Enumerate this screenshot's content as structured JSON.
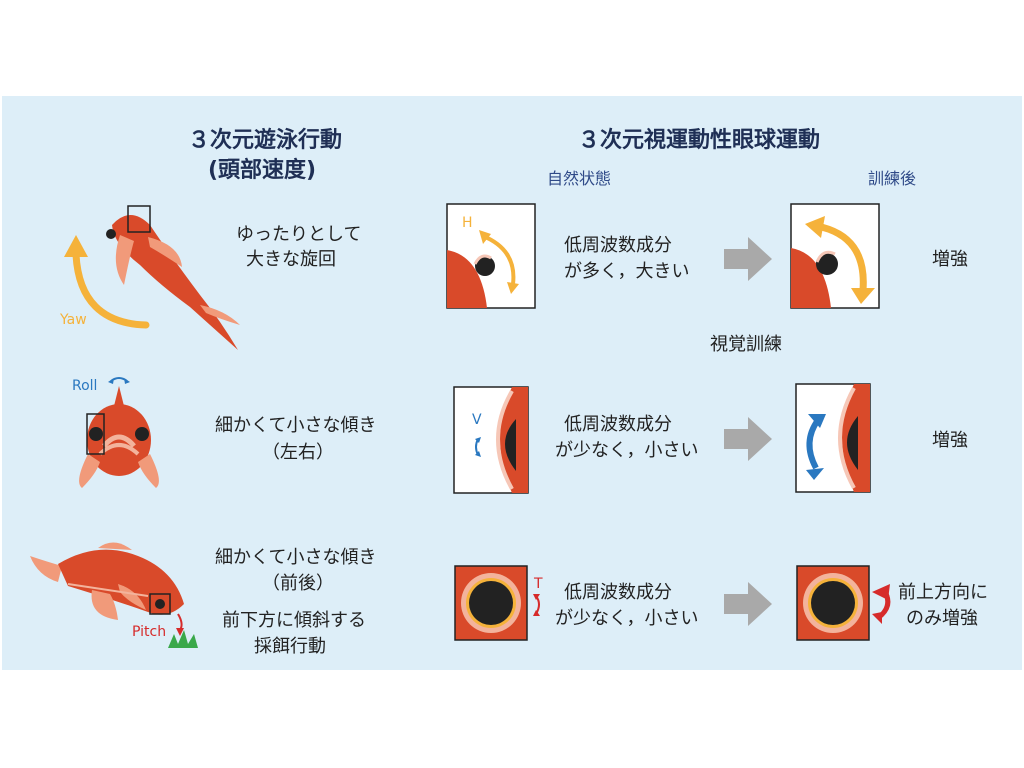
{
  "headers": {
    "left_line1": "３次元遊泳行動",
    "left_line2": "(頭部速度)",
    "right": "３次元視運動性眼球運動",
    "natural": "自然状態",
    "trained": "訓練後"
  },
  "training_label": "視覚訓練",
  "rows": [
    {
      "axis_label": "Yaw",
      "eye_label": "H",
      "desc_line1": "ゆったりとして",
      "desc_line2": "大きな旋回",
      "mid_line1": "低周波数成分",
      "mid_line2": "が多く，大きい",
      "result_line1": "増強",
      "result_line2": ""
    },
    {
      "axis_label": "Roll",
      "eye_label": "V",
      "desc_line1": "細かくて小さな傾き",
      "desc_line2": "（左右）",
      "mid_line1": "低周波数成分",
      "mid_line2": "が少なく，小さい",
      "result_line1": "増強",
      "result_line2": ""
    },
    {
      "axis_label": "Pitch",
      "eye_label": "T",
      "desc_line1": "細かくて小さな傾き",
      "desc_line2": "（前後）",
      "desc_line3": "前下方に傾斜する",
      "desc_line4": "採餌行動",
      "mid_line1": "低周波数成分",
      "mid_line2": "が少なく，小さい",
      "result_line1": "前上方向に",
      "result_line2": "のみ増強"
    }
  ],
  "colors": {
    "panel_bg": "#ddeef8",
    "fish": "#d94a2a",
    "fish_light": "#f19a7a",
    "yaw_arrow": "#f5b23a",
    "roll_arrow": "#2a78c0",
    "pitch_arrow": "#d62b2b",
    "gray_arrow": "#a9a9a9"
  }
}
